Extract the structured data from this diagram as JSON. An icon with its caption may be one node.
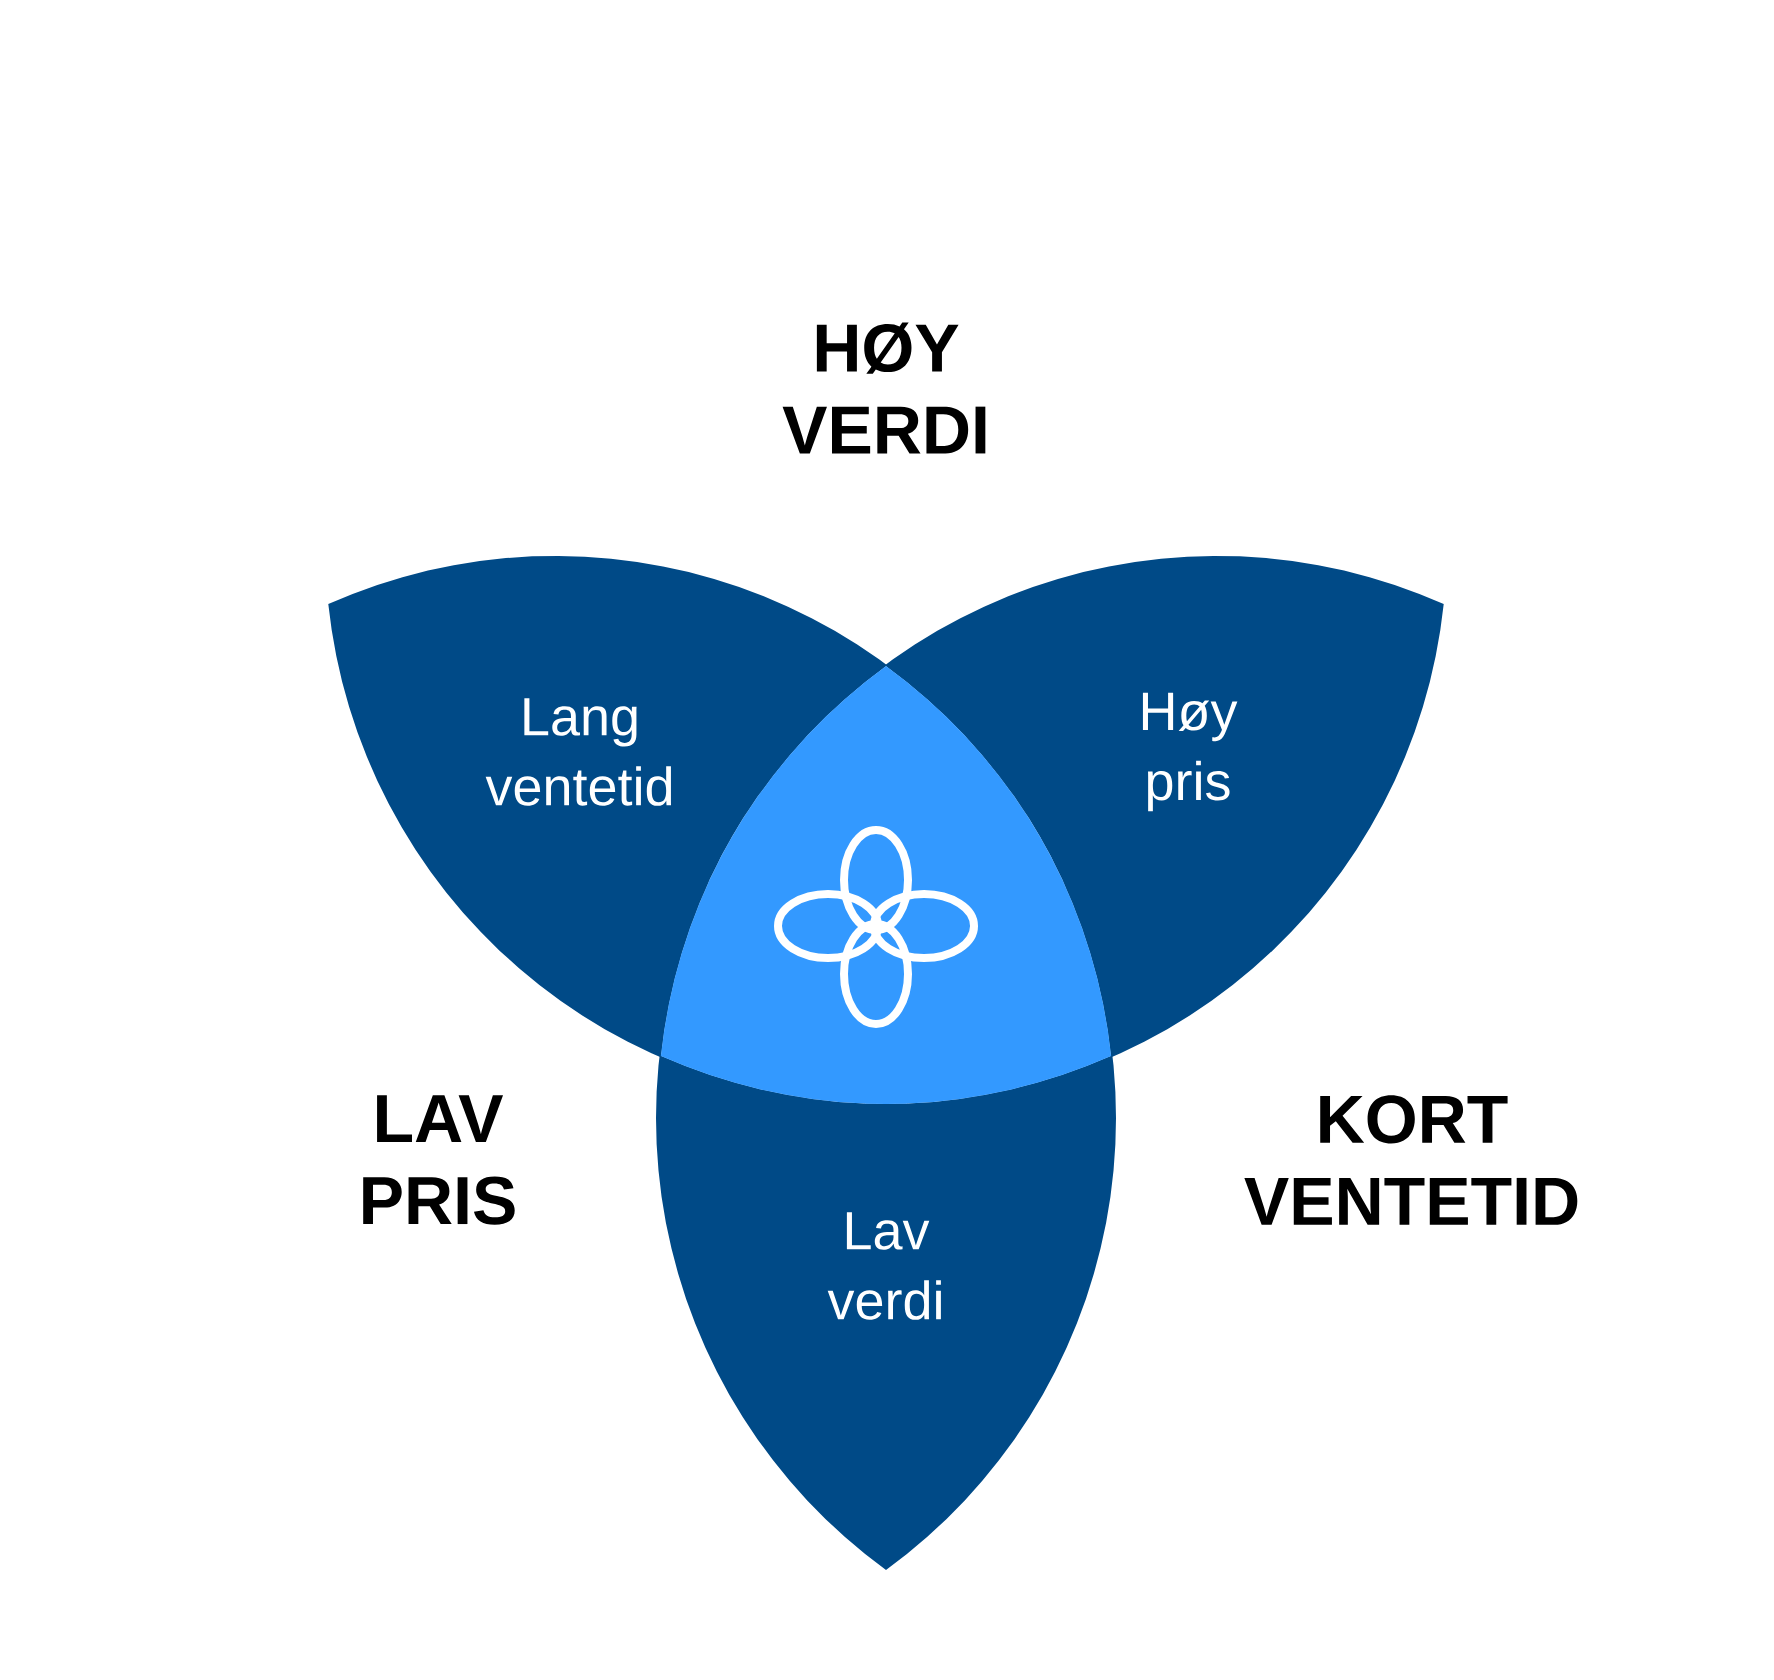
{
  "diagram": {
    "nodes": [
      {
        "text": [
          "Lang ventetid"
        ]
      },
      {
        "text": [
          "Høy pris"
        ]
      },
      {
        "text": [
          "Lav verdi"
        ]
      }
    ],
    "labels": [
      "HØY VERDI",
      "LAV PRIS",
      "KORT VENTETID"
    ]
  }
}
